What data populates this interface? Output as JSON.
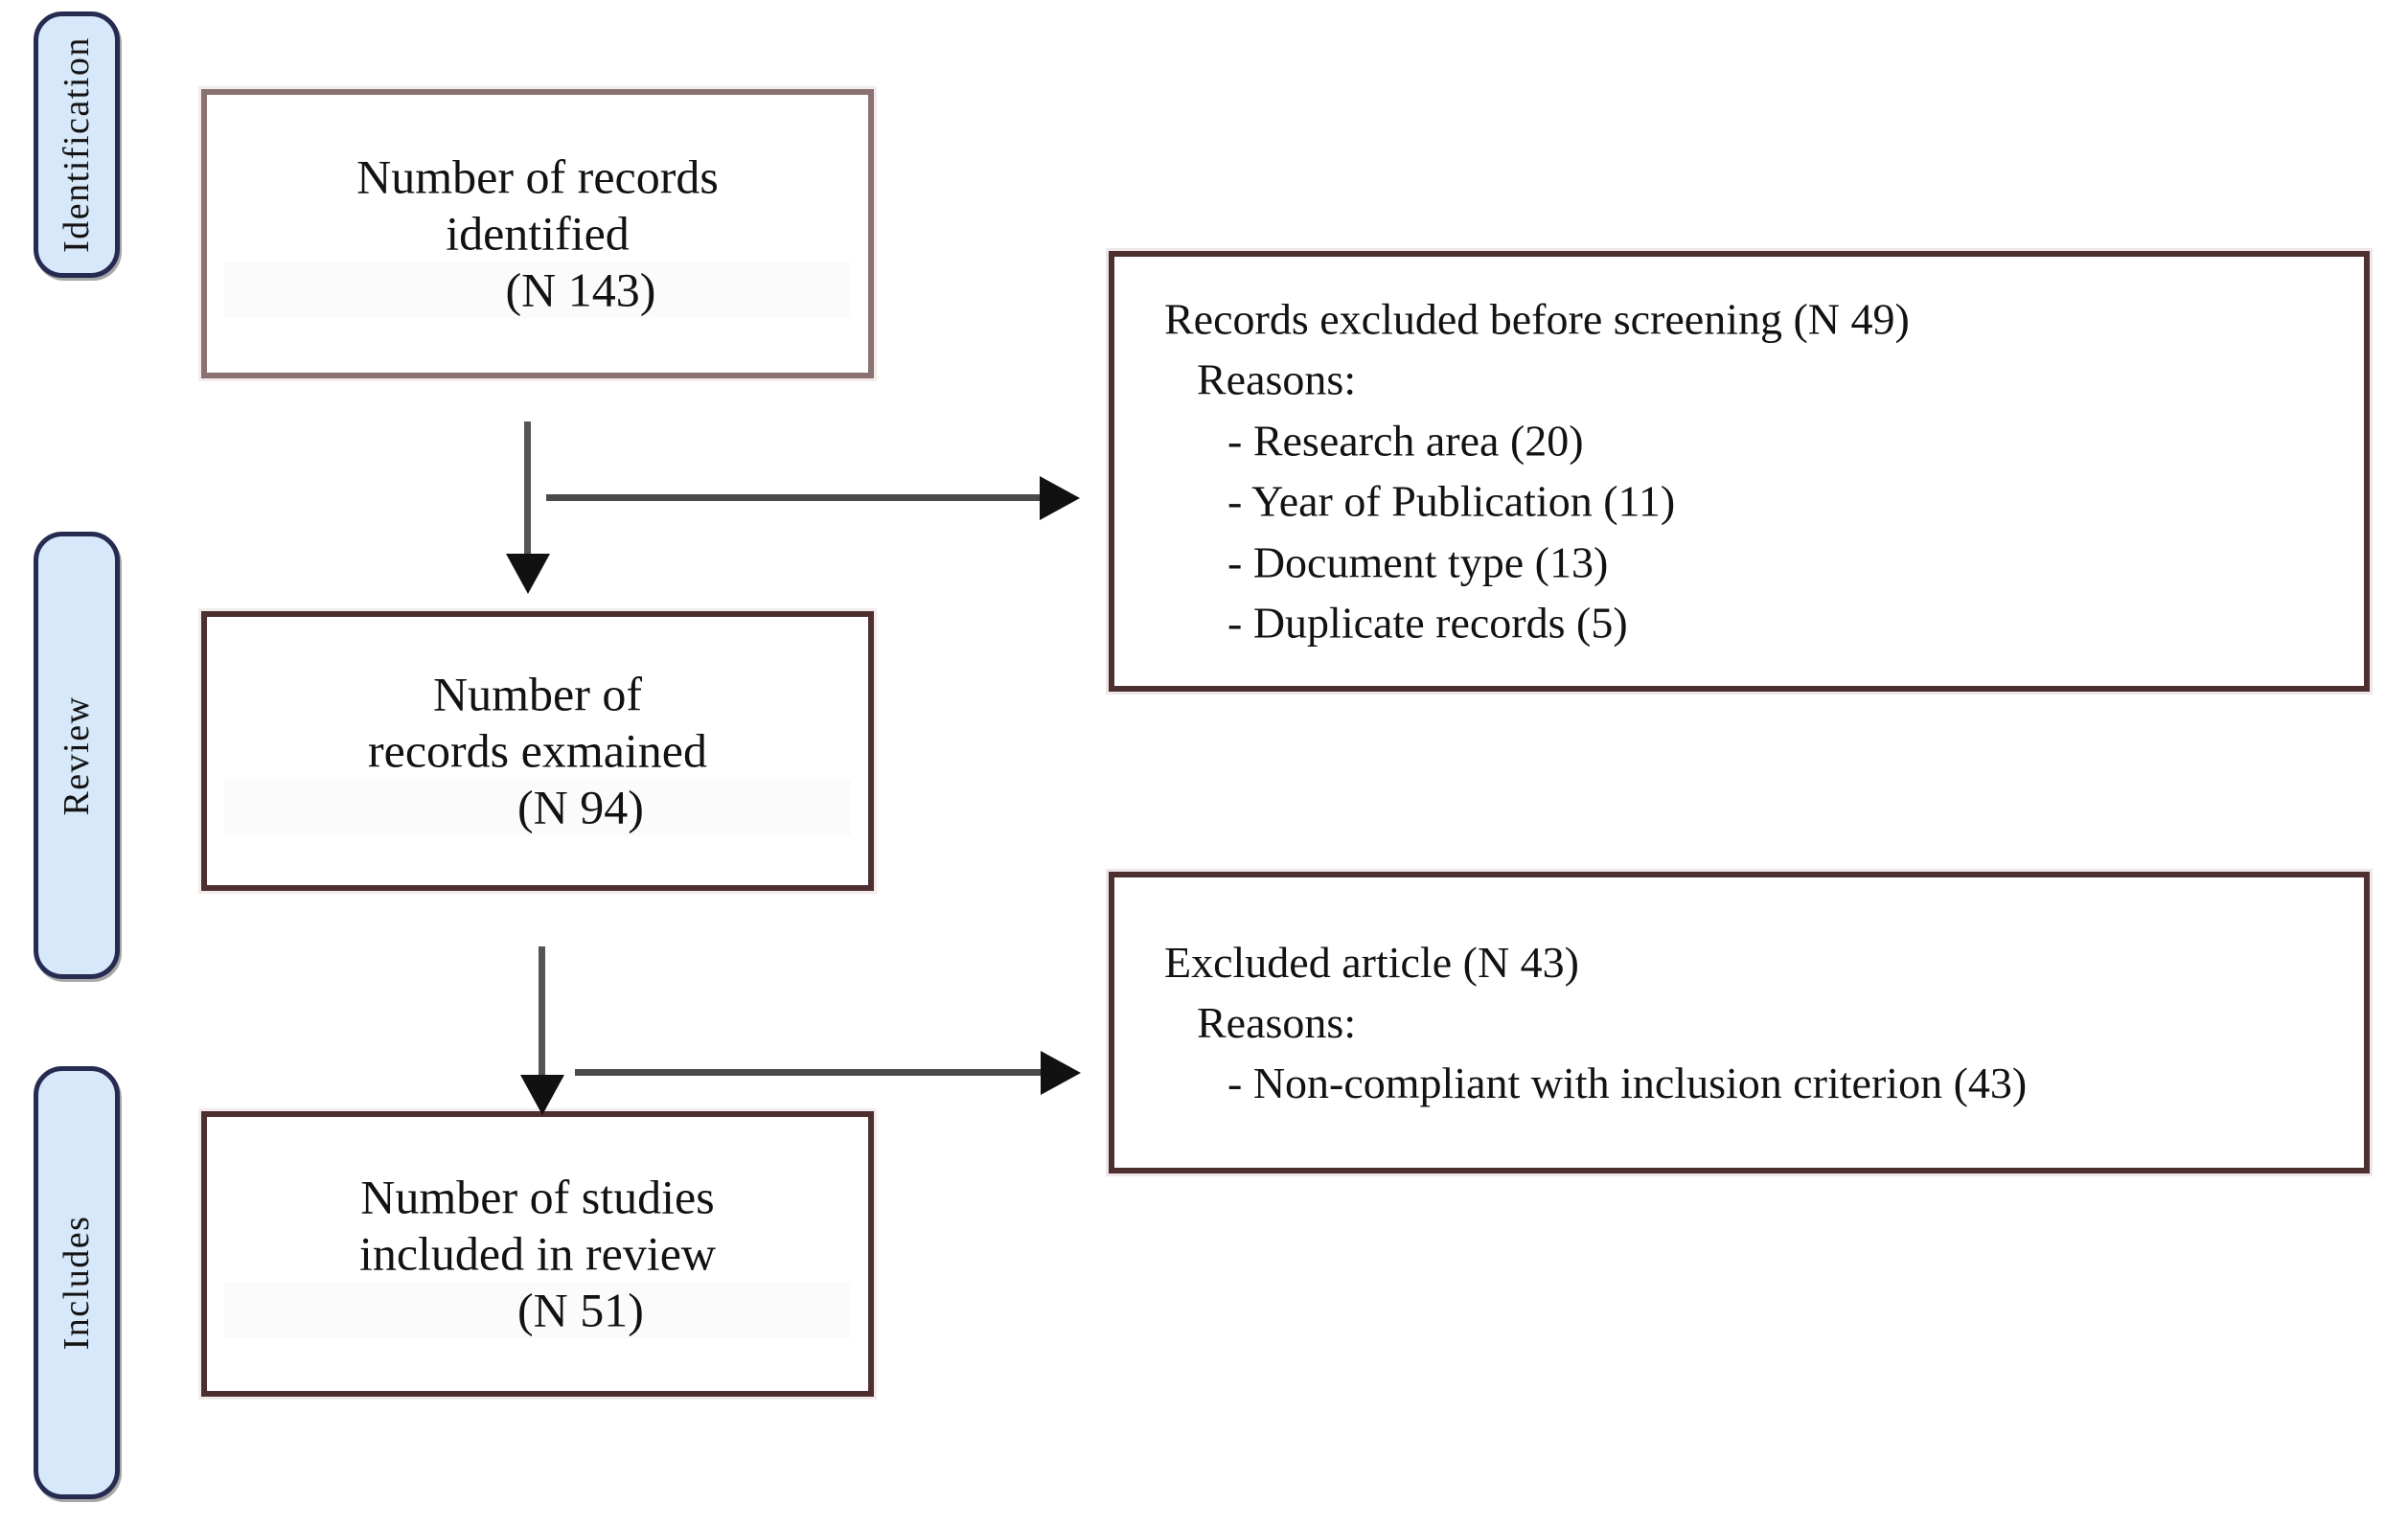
{
  "diagram": {
    "title": "PRISMA flow diagram",
    "colors": {
      "pill_fill": "#d6e8f9",
      "pill_border": "#262b52",
      "box_border_light": "#8a7272",
      "box_border_dark": "#4e2f2f",
      "arrow": "#111111",
      "line": "#555555",
      "text": "#121212",
      "background": "#ffffff"
    }
  },
  "stages": [
    {
      "id": "identification",
      "label": "Identification"
    },
    {
      "id": "review",
      "label": "Review"
    },
    {
      "id": "includes",
      "label": "Includes"
    }
  ],
  "flow_boxes": [
    {
      "id": "records-identified",
      "line1": "Number of records",
      "line2": "identified",
      "count_line": "(N 143)",
      "n_label": "N",
      "n_value": 143
    },
    {
      "id": "records-examined",
      "line1": "Number of",
      "line2": "records exmained",
      "count_line": "(N 94)",
      "n_label": "N",
      "n_value": 94
    },
    {
      "id": "studies-included",
      "line1": "Number of studies",
      "line2": "included in review",
      "count_line": "(N 51)",
      "n_label": "N",
      "n_value": 51
    }
  ],
  "exclusion_boxes": [
    {
      "id": "excluded-before-screening",
      "heading": "Records excluded before screening (N 49)",
      "total": 49,
      "reasons_label": "Reasons:",
      "reasons": [
        {
          "text": "- Research area (20)",
          "name": "Research area",
          "count": 20
        },
        {
          "text": "- Year of Publication (11)",
          "name": "Year of Publication",
          "count": 11
        },
        {
          "text": "- Document type (13)",
          "name": "Document type",
          "count": 13
        },
        {
          "text": "- Duplicate records (5)",
          "name": "Duplicate records",
          "count": 5
        }
      ]
    },
    {
      "id": "excluded-article",
      "heading": "Excluded article (N 43)",
      "total": 43,
      "reasons_label": "Reasons:",
      "reasons": [
        {
          "text": "- Non-compliant with inclusion criterion (43)",
          "name": "Non-compliant with inclusion criterion",
          "count": 43
        }
      ]
    }
  ],
  "connectors": [
    {
      "id": "identified-to-examined",
      "type": "vertical-arrow"
    },
    {
      "id": "identified-to-excluded-before-screening",
      "type": "horizontal-arrow"
    },
    {
      "id": "examined-to-included",
      "type": "vertical-arrow"
    },
    {
      "id": "examined-to-excluded-article",
      "type": "horizontal-arrow"
    }
  ]
}
